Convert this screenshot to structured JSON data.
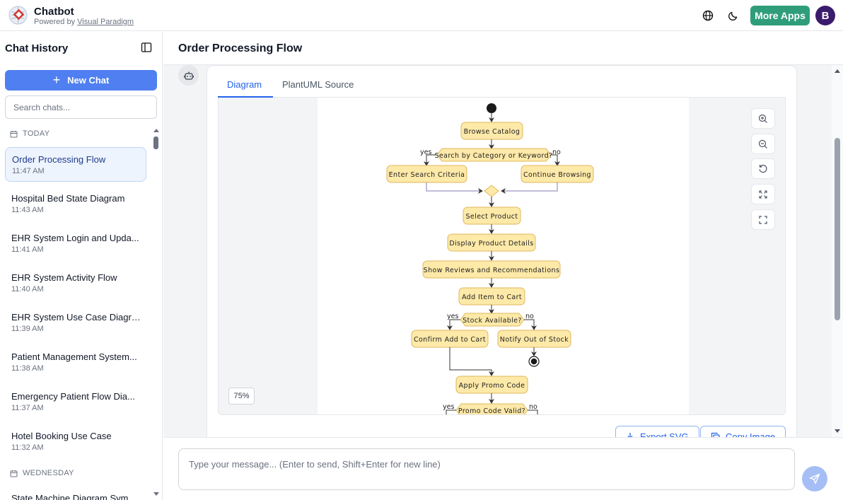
{
  "header": {
    "app_title": "Chatbot",
    "powered_prefix": "Powered by",
    "powered_brand": "Visual Paradigm",
    "icons": [
      "globe-icon",
      "moon-icon"
    ],
    "more_apps_label": "More Apps",
    "avatar_initial": "B",
    "colors": {
      "more_apps": "#2f9d7a",
      "avatar": "#3b1b6d"
    }
  },
  "sidebar": {
    "title": "Chat History",
    "new_chat_label": "New Chat",
    "search_placeholder": "Search chats...",
    "groups": [
      {
        "label": "TODAY",
        "items": [
          {
            "title": "Order Processing Flow",
            "time": "11:47 AM",
            "active": true
          },
          {
            "title": "Hospital Bed State Diagram",
            "time": "11:43 AM"
          },
          {
            "title": "EHR System Login and Upda...",
            "time": "11:41 AM"
          },
          {
            "title": "EHR System Activity Flow",
            "time": "11:40 AM"
          },
          {
            "title": "EHR System Use Case Diagram",
            "time": "11:39 AM"
          },
          {
            "title": "Patient Management System...",
            "time": "11:38 AM"
          },
          {
            "title": "Emergency Patient Flow Dia...",
            "time": "11:37 AM"
          },
          {
            "title": "Hotel Booking Use Case",
            "time": "11:32 AM"
          }
        ]
      },
      {
        "label": "WEDNESDAY",
        "items": [
          {
            "title": "State Machine Diagram Sym...",
            "time": ""
          }
        ]
      }
    ]
  },
  "main": {
    "title": "Order Processing Flow",
    "tabs": [
      {
        "label": "Diagram",
        "active": true
      },
      {
        "label": "PlantUML Source",
        "active": false
      }
    ],
    "zoom_level": "75%",
    "zoom_controls": [
      "zoom-in-icon",
      "zoom-out-icon",
      "reset-icon",
      "fit-icon",
      "fullscreen-icon"
    ],
    "export_svg_label": "Export SVG",
    "copy_image_label": "Copy Image",
    "composer_placeholder": "Type your message... (Enter to send, Shift+Enter for new line)"
  },
  "diagram": {
    "nodes": {
      "browse": "Browse Catalog",
      "search_decision": "Search by Category or Keyword?",
      "enter_criteria": "Enter Search Criteria",
      "continue_browsing": "Continue Browsing",
      "select_product": "Select Product",
      "display_details": "Display Product Details",
      "show_reviews": "Show Reviews and Recommendations",
      "add_item": "Add Item to Cart",
      "stock_decision": "Stock Available?",
      "confirm_add": "Confirm Add to Cart",
      "notify_oos": "Notify Out of Stock",
      "apply_promo": "Apply Promo Code",
      "promo_decision": "Promo Code Valid?"
    },
    "branch_labels": {
      "yes": "yes",
      "no": "no"
    },
    "colors": {
      "node_fill": "#fde9a8",
      "node_stroke": "#e0b75e",
      "merge_stroke": "#8b7bb5"
    }
  }
}
